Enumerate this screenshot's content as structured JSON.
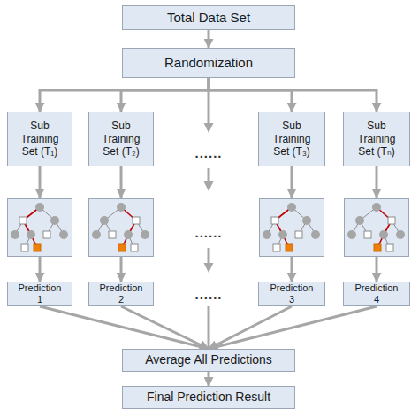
{
  "diagram": {
    "nodes": [
      {
        "text": [
          "Total Data Set"
        ]
      },
      {
        "text": [
          "Randomization"
        ]
      },
      {
        "text": [
          "Sub Training Set (T₁)"
        ]
      },
      {
        "text": [
          "Sub Training Set (T₂)"
        ]
      },
      {
        "text": [
          "Sub Training Set (T₃)"
        ]
      },
      {
        "text": [
          "Sub Training Set (Tₙ)"
        ]
      },
      {
        "text": [
          "Prediction 1"
        ]
      },
      {
        "text": [
          "Prediction 2"
        ]
      },
      {
        "text": [
          "Prediction 3"
        ]
      },
      {
        "text": [
          "Prediction 4"
        ]
      },
      {
        "text": [
          "Average All Predictions"
        ]
      },
      {
        "text": [
          "Final Prediction Result"
        ]
      }
    ],
    "edges": [
      {
        "from": 0,
        "to": 1,
        "arrow": "to"
      },
      {
        "from": 1,
        "to": 2,
        "arrow": "to"
      },
      {
        "from": 1,
        "to": 3,
        "arrow": "to"
      },
      {
        "from": 1,
        "to": 4,
        "arrow": "to"
      },
      {
        "from": 1,
        "to": 5,
        "arrow": "to"
      },
      {
        "from": 2,
        "to": 6,
        "arrow": "to"
      },
      {
        "from": 3,
        "to": 7,
        "arrow": "to"
      },
      {
        "from": 4,
        "to": 8,
        "arrow": "to"
      },
      {
        "from": 5,
        "to": 9,
        "arrow": "to"
      },
      {
        "from": 6,
        "to": 10,
        "arrow": "to"
      },
      {
        "from": 7,
        "to": 10,
        "arrow": "to"
      },
      {
        "from": 8,
        "to": 10,
        "arrow": "to"
      },
      {
        "from": 9,
        "to": 10,
        "arrow": "to"
      },
      {
        "from": 10,
        "to": 11,
        "arrow": "to"
      }
    ],
    "labels": [
      "......",
      "......",
      "......"
    ]
  }
}
